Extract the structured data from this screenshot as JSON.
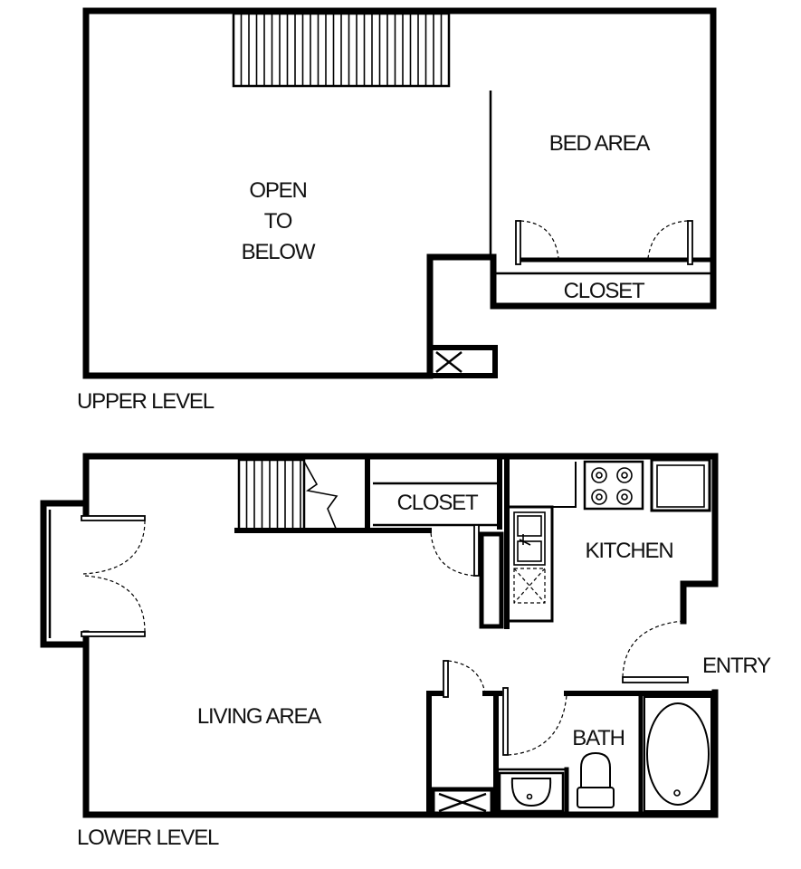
{
  "labels": {
    "open_to_below": [
      "OPEN",
      "TO",
      "BELOW"
    ],
    "bed_area": "BED AREA",
    "closet_upper": "CLOSET",
    "upper_level": "UPPER LEVEL",
    "closet_lower": "CLOSET",
    "kitchen": "KITCHEN",
    "entry": "ENTRY",
    "living_area": "LIVING AREA",
    "bath": "BATH",
    "lower_level": "LOWER LEVEL"
  },
  "colors": {
    "line": "#000000",
    "background": "#ffffff"
  }
}
